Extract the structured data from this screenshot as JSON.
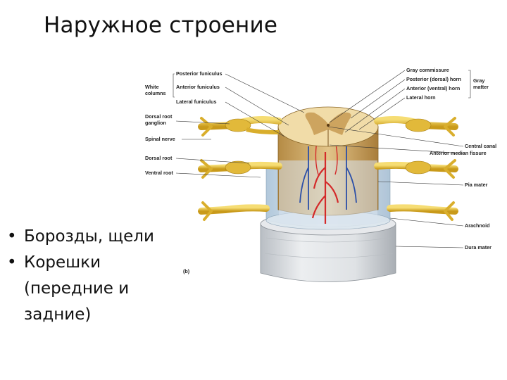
{
  "slide": {
    "title": "Наружное строение",
    "bullets": [
      {
        "line1": "Борозды, щели",
        "line2": ""
      },
      {
        "line1": "Корешки",
        "line2": "(передние и",
        "line3": "задние)"
      }
    ]
  },
  "diagram": {
    "left_labels": {
      "posterior_funiculus": "Posterior funiculus",
      "white_columns_1": "White",
      "white_columns_2": "columns",
      "anterior_funiculus": "Anterior funiculus",
      "lateral_funiculus": "Lateral funiculus",
      "dorsal_root_ganglion_1": "Dorsal root",
      "dorsal_root_ganglion_2": "ganglion",
      "spinal_nerve": "Spinal nerve",
      "dorsal_root": "Dorsal root",
      "ventral_root": "Ventral root",
      "figure_tag": "(b)"
    },
    "right_labels": {
      "gray_commissure": "Gray commissure",
      "posterior_horn": "Posterior (dorsal) horn",
      "anterior_horn": "Anterior (ventral) horn",
      "lateral_horn": "Lateral horn",
      "gray_matter_1": "Gray",
      "gray_matter_2": "matter",
      "central_canal": "Central canal",
      "anterior_median_fissure": "Anterior median fissure",
      "pia_mater": "Pia mater",
      "arachnoid": "Arachnoid",
      "dura_mater": "Dura mater"
    },
    "colors": {
      "cord_tan": "#d9b574",
      "gray_matter": "#c79a52",
      "nerve_yellow": "#e8c23a",
      "pia_blue": "#c8d8e6",
      "dura_gray": "#d6d9dc",
      "artery_red": "#d42a2a",
      "vein_blue": "#2b4fa8"
    }
  }
}
